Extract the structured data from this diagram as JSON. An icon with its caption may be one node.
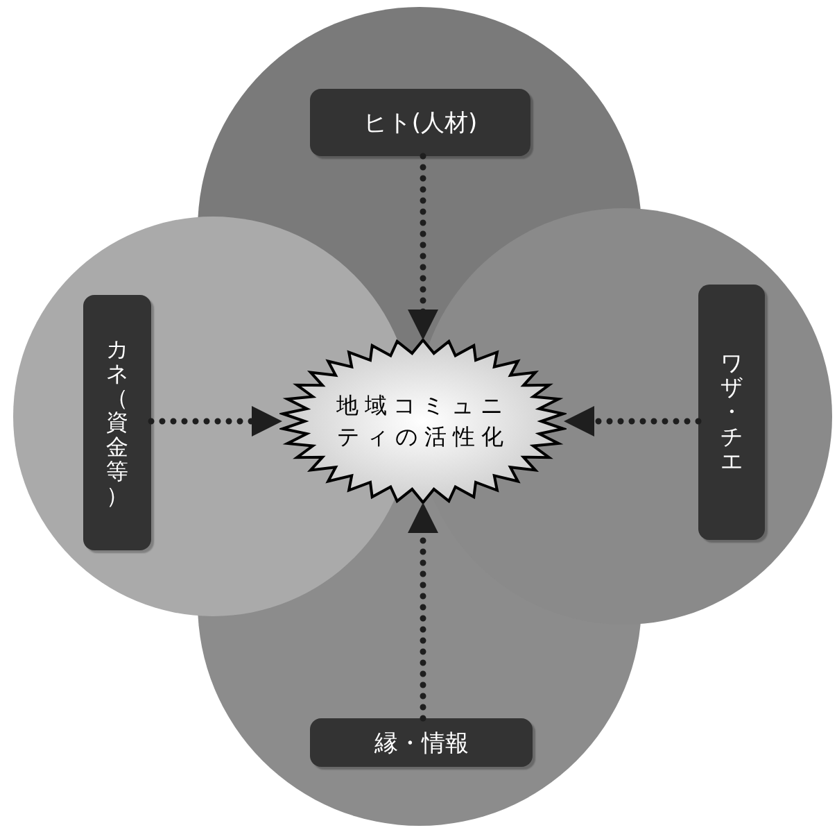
{
  "diagram": {
    "nodes": [
      {
        "text": [
          "地域コミュニティの活性化"
        ]
      },
      {
        "text": [
          "ヒト(人材)"
        ]
      },
      {
        "text": [
          "カネ（資金等）"
        ]
      },
      {
        "text": [
          "ワザ・チエ"
        ]
      },
      {
        "text": [
          "縁・情報"
        ]
      }
    ],
    "edges": [
      {
        "from": 1,
        "to": 0,
        "arrow": "to",
        "style": "dashed"
      },
      {
        "from": 2,
        "to": 0,
        "arrow": "to",
        "style": "dashed"
      },
      {
        "from": 3,
        "to": 0,
        "arrow": "to",
        "style": "dashed"
      },
      {
        "from": 4,
        "to": 0,
        "arrow": "to",
        "style": "dashed"
      }
    ]
  }
}
